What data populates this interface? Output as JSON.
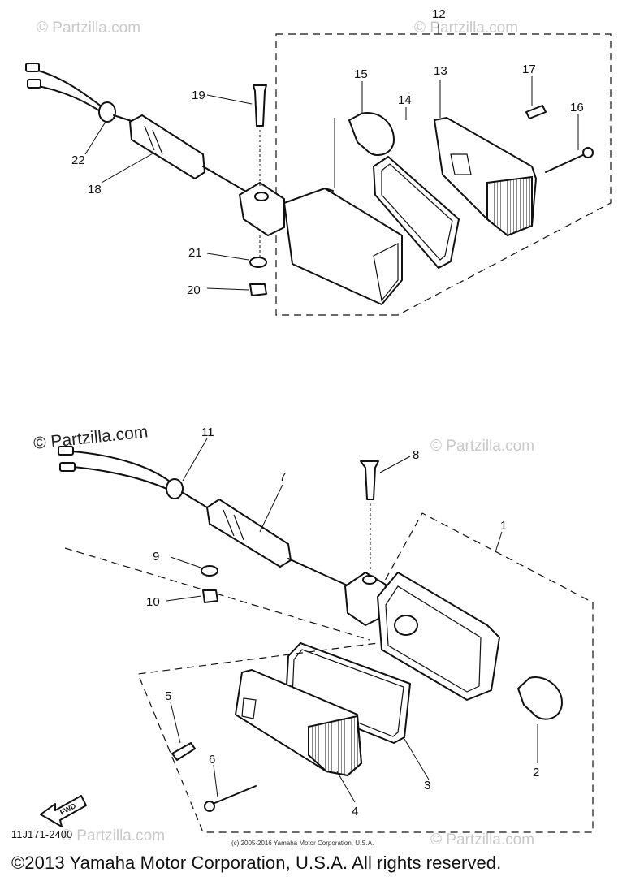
{
  "callouts": {
    "c1": "1",
    "c2": "2",
    "c3": "3",
    "c4": "4",
    "c5": "5",
    "c6": "6",
    "c7": "7",
    "c8": "8",
    "c9": "9",
    "c10": "10",
    "c11": "11",
    "c12": "12",
    "c13": "13",
    "c14": "14",
    "c15": "15",
    "c16": "16",
    "c17": "17",
    "c18": "18",
    "c19": "19",
    "c20": "20",
    "c21": "21",
    "c22": "22"
  },
  "watermark": "© Partzilla.com",
  "fwd_label": "FWD",
  "diagram_code": "11J171-2400",
  "small_copyright": "(c) 2005-2016 Yamaha Motor Corporation, U.S.A.",
  "footer_copyright": "©2013 Yamaha Motor Corporation, U.S.A. All rights reserved."
}
